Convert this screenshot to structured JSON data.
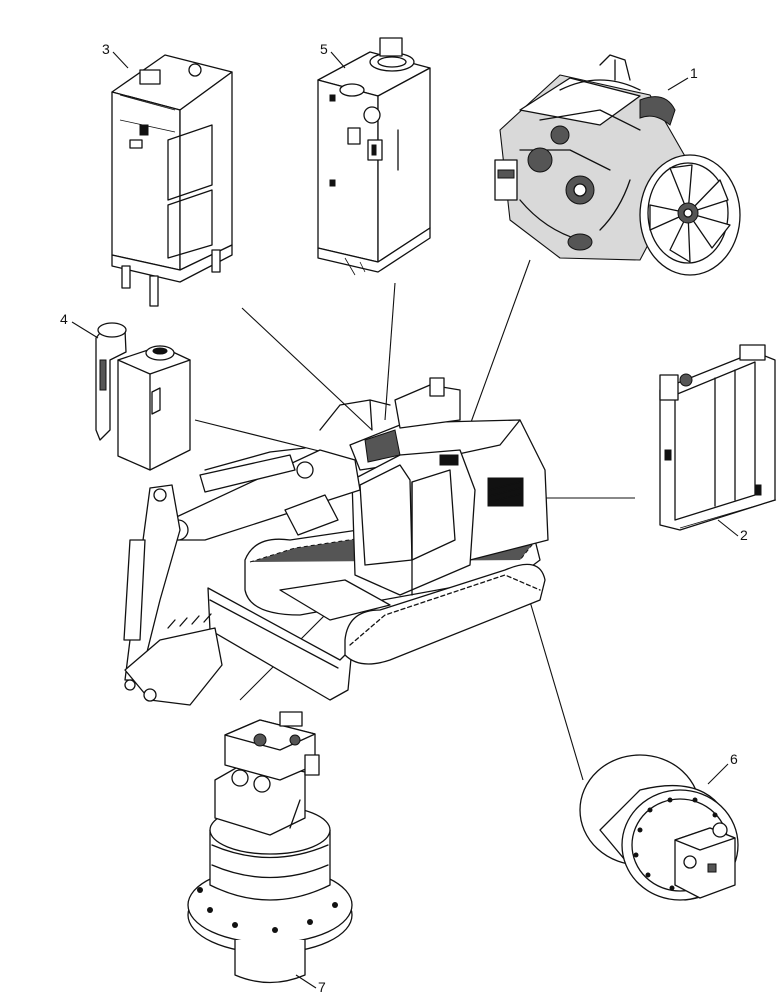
{
  "callouts": {
    "engine": "1",
    "radiator": "2",
    "hydraulic_tank": "3",
    "fuel_tank": "4",
    "def_tank": "5",
    "travel_motor": "6",
    "swing_motor": "7"
  }
}
